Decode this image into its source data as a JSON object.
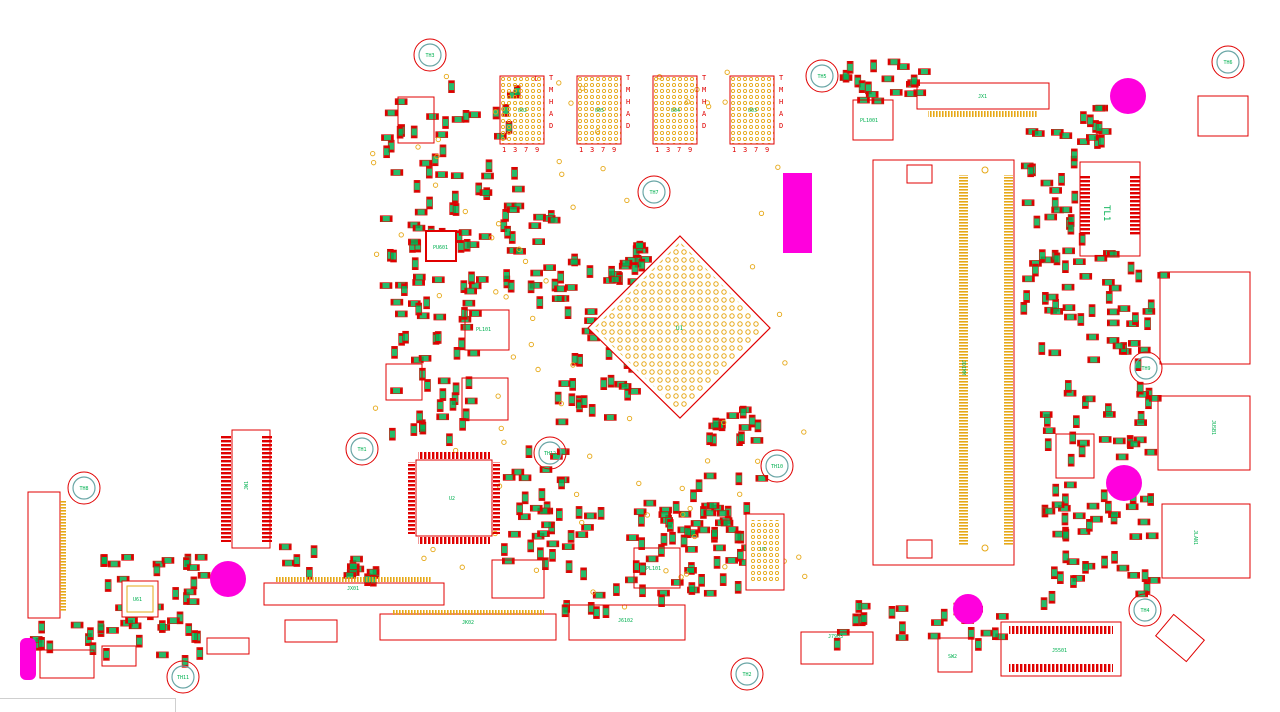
{
  "colors": {
    "background": "#ffffff",
    "outline": "#e00000",
    "pad": "#e6a817",
    "silkscreen": "#00b050",
    "marker": "#ff00dd",
    "hole": "#6aa6a6"
  },
  "mounting_holes": [
    {
      "id": "mh-top",
      "label": "TH3"
    },
    {
      "id": "mh-th5",
      "label": "TH5"
    },
    {
      "id": "mh-th6",
      "label": "TH6"
    },
    {
      "id": "mh-th7",
      "label": "TH7"
    },
    {
      "id": "mh-th1",
      "label": "TH1"
    },
    {
      "id": "mh-th12",
      "label": "TH12"
    },
    {
      "id": "mh-th10",
      "label": "TH10"
    },
    {
      "id": "mh-th9",
      "label": "TH9"
    },
    {
      "id": "mh-th4",
      "label": "TH4"
    },
    {
      "id": "mh-th8",
      "label": "TH8"
    },
    {
      "id": "mh-th11",
      "label": "TH11"
    },
    {
      "id": "mh-th2",
      "label": "TH2"
    }
  ],
  "memory_chips": [
    {
      "label": "U02",
      "pins": [
        "1",
        "3",
        "7",
        "9"
      ]
    },
    {
      "label": "U05",
      "pins": [
        "1",
        "3",
        "7",
        "9"
      ]
    },
    {
      "label": "U04",
      "pins": [
        "1",
        "3",
        "7",
        "9"
      ]
    },
    {
      "label": "U03",
      "pins": [
        "1",
        "3",
        "7",
        "9"
      ]
    }
  ],
  "chip_row_letters": [
    "T",
    "M",
    "H",
    "A",
    "D"
  ],
  "components": {
    "main_soc": "U1",
    "qfp_chip": "U2",
    "pmic": "PU601",
    "slot": "JDIMM",
    "transformer": "TL1",
    "connector_top": "JX1",
    "connector_left": "JW1",
    "connector_bottom_1": "JX01",
    "connector_bottom_2": "JK02",
    "connector_bottom_3": "J6102",
    "connector_m2": "J5501",
    "connector_fan": "J7903",
    "switch": "SW2",
    "ic_left": "U61",
    "ic_small": "U2",
    "bga_small": "U7",
    "inductor_1": "PL1001",
    "inductor_2": "PL101",
    "inductor_3": "PL101",
    "usb_port": "JUSB1",
    "rj45": "JLAN1"
  }
}
